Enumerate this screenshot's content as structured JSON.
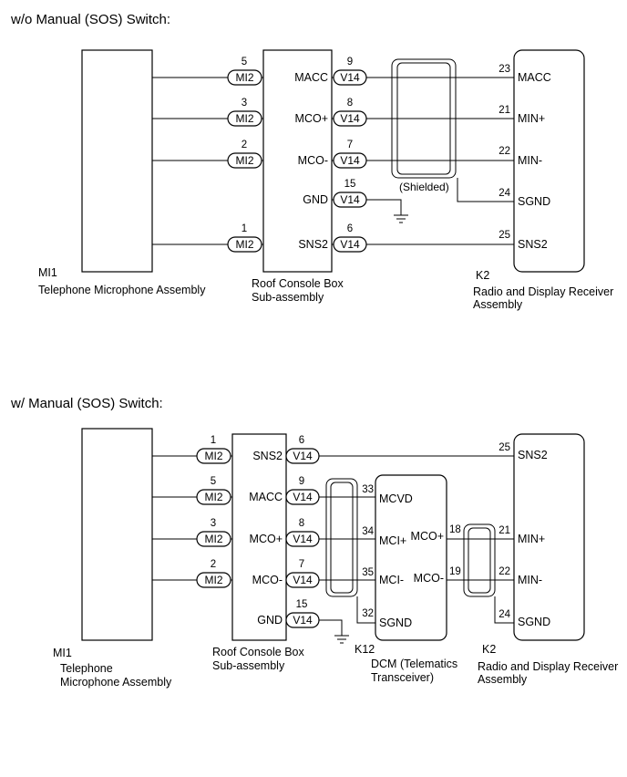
{
  "top": {
    "title": "w/o Manual (SOS) Switch:",
    "mic": {
      "code": "MI1",
      "name": "Telephone Microphone Assembly"
    },
    "roof": {
      "name_line1": "Roof Console Box",
      "name_line2": "Sub-assembly"
    },
    "radio": {
      "code": "K2",
      "name_line1": "Radio and Display Receiver",
      "name_line2": "Assembly"
    },
    "shielded": "(Shielded)",
    "rows": [
      {
        "mi_pin": "5",
        "mi_conn": "MI2",
        "roof_term": "MACC",
        "v_pin": "9",
        "v_conn": "V14",
        "radio_pin": "23",
        "radio_term": "MACC"
      },
      {
        "mi_pin": "3",
        "mi_conn": "MI2",
        "roof_term": "MCO+",
        "v_pin": "8",
        "v_conn": "V14",
        "radio_pin": "21",
        "radio_term": "MIN+"
      },
      {
        "mi_pin": "2",
        "mi_conn": "MI2",
        "roof_term": "MCO-",
        "v_pin": "7",
        "v_conn": "V14",
        "radio_pin": "22",
        "radio_term": "MIN-"
      },
      {
        "roof_term": "GND",
        "v_pin": "15",
        "v_conn": "V14",
        "radio_pin": "24",
        "radio_term": "SGND"
      },
      {
        "mi_pin": "1",
        "mi_conn": "MI2",
        "roof_term": "SNS2",
        "v_pin": "6",
        "v_conn": "V14",
        "radio_pin": "25",
        "radio_term": "SNS2"
      }
    ]
  },
  "bottom": {
    "title": "w/ Manual (SOS) Switch:",
    "mic": {
      "code": "MI1",
      "name_line1": "Telephone",
      "name_line2": "Microphone Assembly"
    },
    "roof": {
      "name_line1": "Roof Console Box",
      "name_line2": "Sub-assembly"
    },
    "dcm": {
      "code": "K12",
      "name_line1": "DCM (Telematics",
      "name_line2": "Transceiver)"
    },
    "radio": {
      "code": "K2",
      "name_line1": "Radio and Display Receiver",
      "name_line2": "Assembly"
    },
    "rows": [
      {
        "mi_pin": "1",
        "mi_conn": "MI2",
        "roof_term": "SNS2",
        "v_pin": "6",
        "v_conn": "V14",
        "radio_pin": "25",
        "radio_term": "SNS2"
      },
      {
        "mi_pin": "5",
        "mi_conn": "MI2",
        "roof_term": "MACC",
        "v_pin": "9",
        "v_conn": "V14",
        "dcm_pin": "33",
        "dcm_term": "MCVD"
      },
      {
        "mi_pin": "3",
        "mi_conn": "MI2",
        "roof_term": "MCO+",
        "v_pin": "8",
        "v_conn": "V14",
        "dcm_pin": "34",
        "dcm_term": "MCI+",
        "dcm_out_term": "MCO+",
        "dcm_out_pin": "18",
        "radio_pin": "21",
        "radio_term": "MIN+"
      },
      {
        "mi_pin": "2",
        "mi_conn": "MI2",
        "roof_term": "MCO-",
        "v_pin": "7",
        "v_conn": "V14",
        "dcm_pin": "35",
        "dcm_term": "MCI-",
        "dcm_out_term": "MCO-",
        "dcm_out_pin": "19",
        "radio_pin": "22",
        "radio_term": "MIN-"
      },
      {
        "roof_term": "GND",
        "v_pin": "15",
        "v_conn": "V14",
        "dcm_pin": "32",
        "dcm_term": "SGND",
        "radio_pin": "24",
        "radio_term": "SGND"
      }
    ]
  }
}
